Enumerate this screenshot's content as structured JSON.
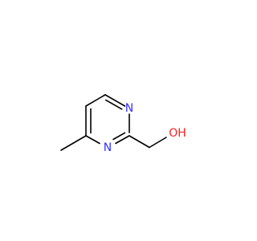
{
  "molecule": {
    "atoms": {
      "n1": {
        "symbol": "N",
        "color": "#3333FF"
      },
      "n3": {
        "symbol": "N",
        "color": "#3333FF"
      },
      "o": {
        "symbol": "OH",
        "color": "#FF2020"
      }
    }
  }
}
